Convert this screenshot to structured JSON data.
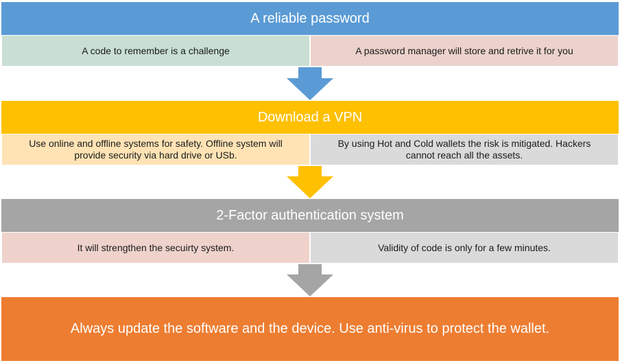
{
  "steps": [
    {
      "title": "A reliable password",
      "left": "A code to remember is a challenge",
      "right": "A password manager will store and retrive it for you",
      "colors": {
        "bar": "#5b9bd5",
        "left": "#c9dfd3",
        "right": "#ecd2cc",
        "arrow": "#5b9bd5"
      }
    },
    {
      "title": "Download a VPN",
      "left": "Use online and offline systems for safety. Offline system will provide security via hard drive or USb.",
      "right": "By using Hot and Cold wallets the risk is mitigated. Hackers cannot reach all the assets.",
      "colors": {
        "bar": "#ffc000",
        "left": "#ffe3b5",
        "right": "#dadada",
        "arrow": "#ffc000"
      }
    },
    {
      "title": "2-Factor authentication system",
      "left": "It will strengthen the secuirty system.",
      "right": "Validity of code is only for a few minutes.",
      "colors": {
        "bar": "#a5a5a5",
        "left": "#efd2cc",
        "right": "#dadada",
        "arrow": "#a5a5a5"
      }
    }
  ],
  "final": {
    "text": "Always update the software and the device. Use anti-virus to protect the wallet.",
    "color": "#ed7d31"
  }
}
